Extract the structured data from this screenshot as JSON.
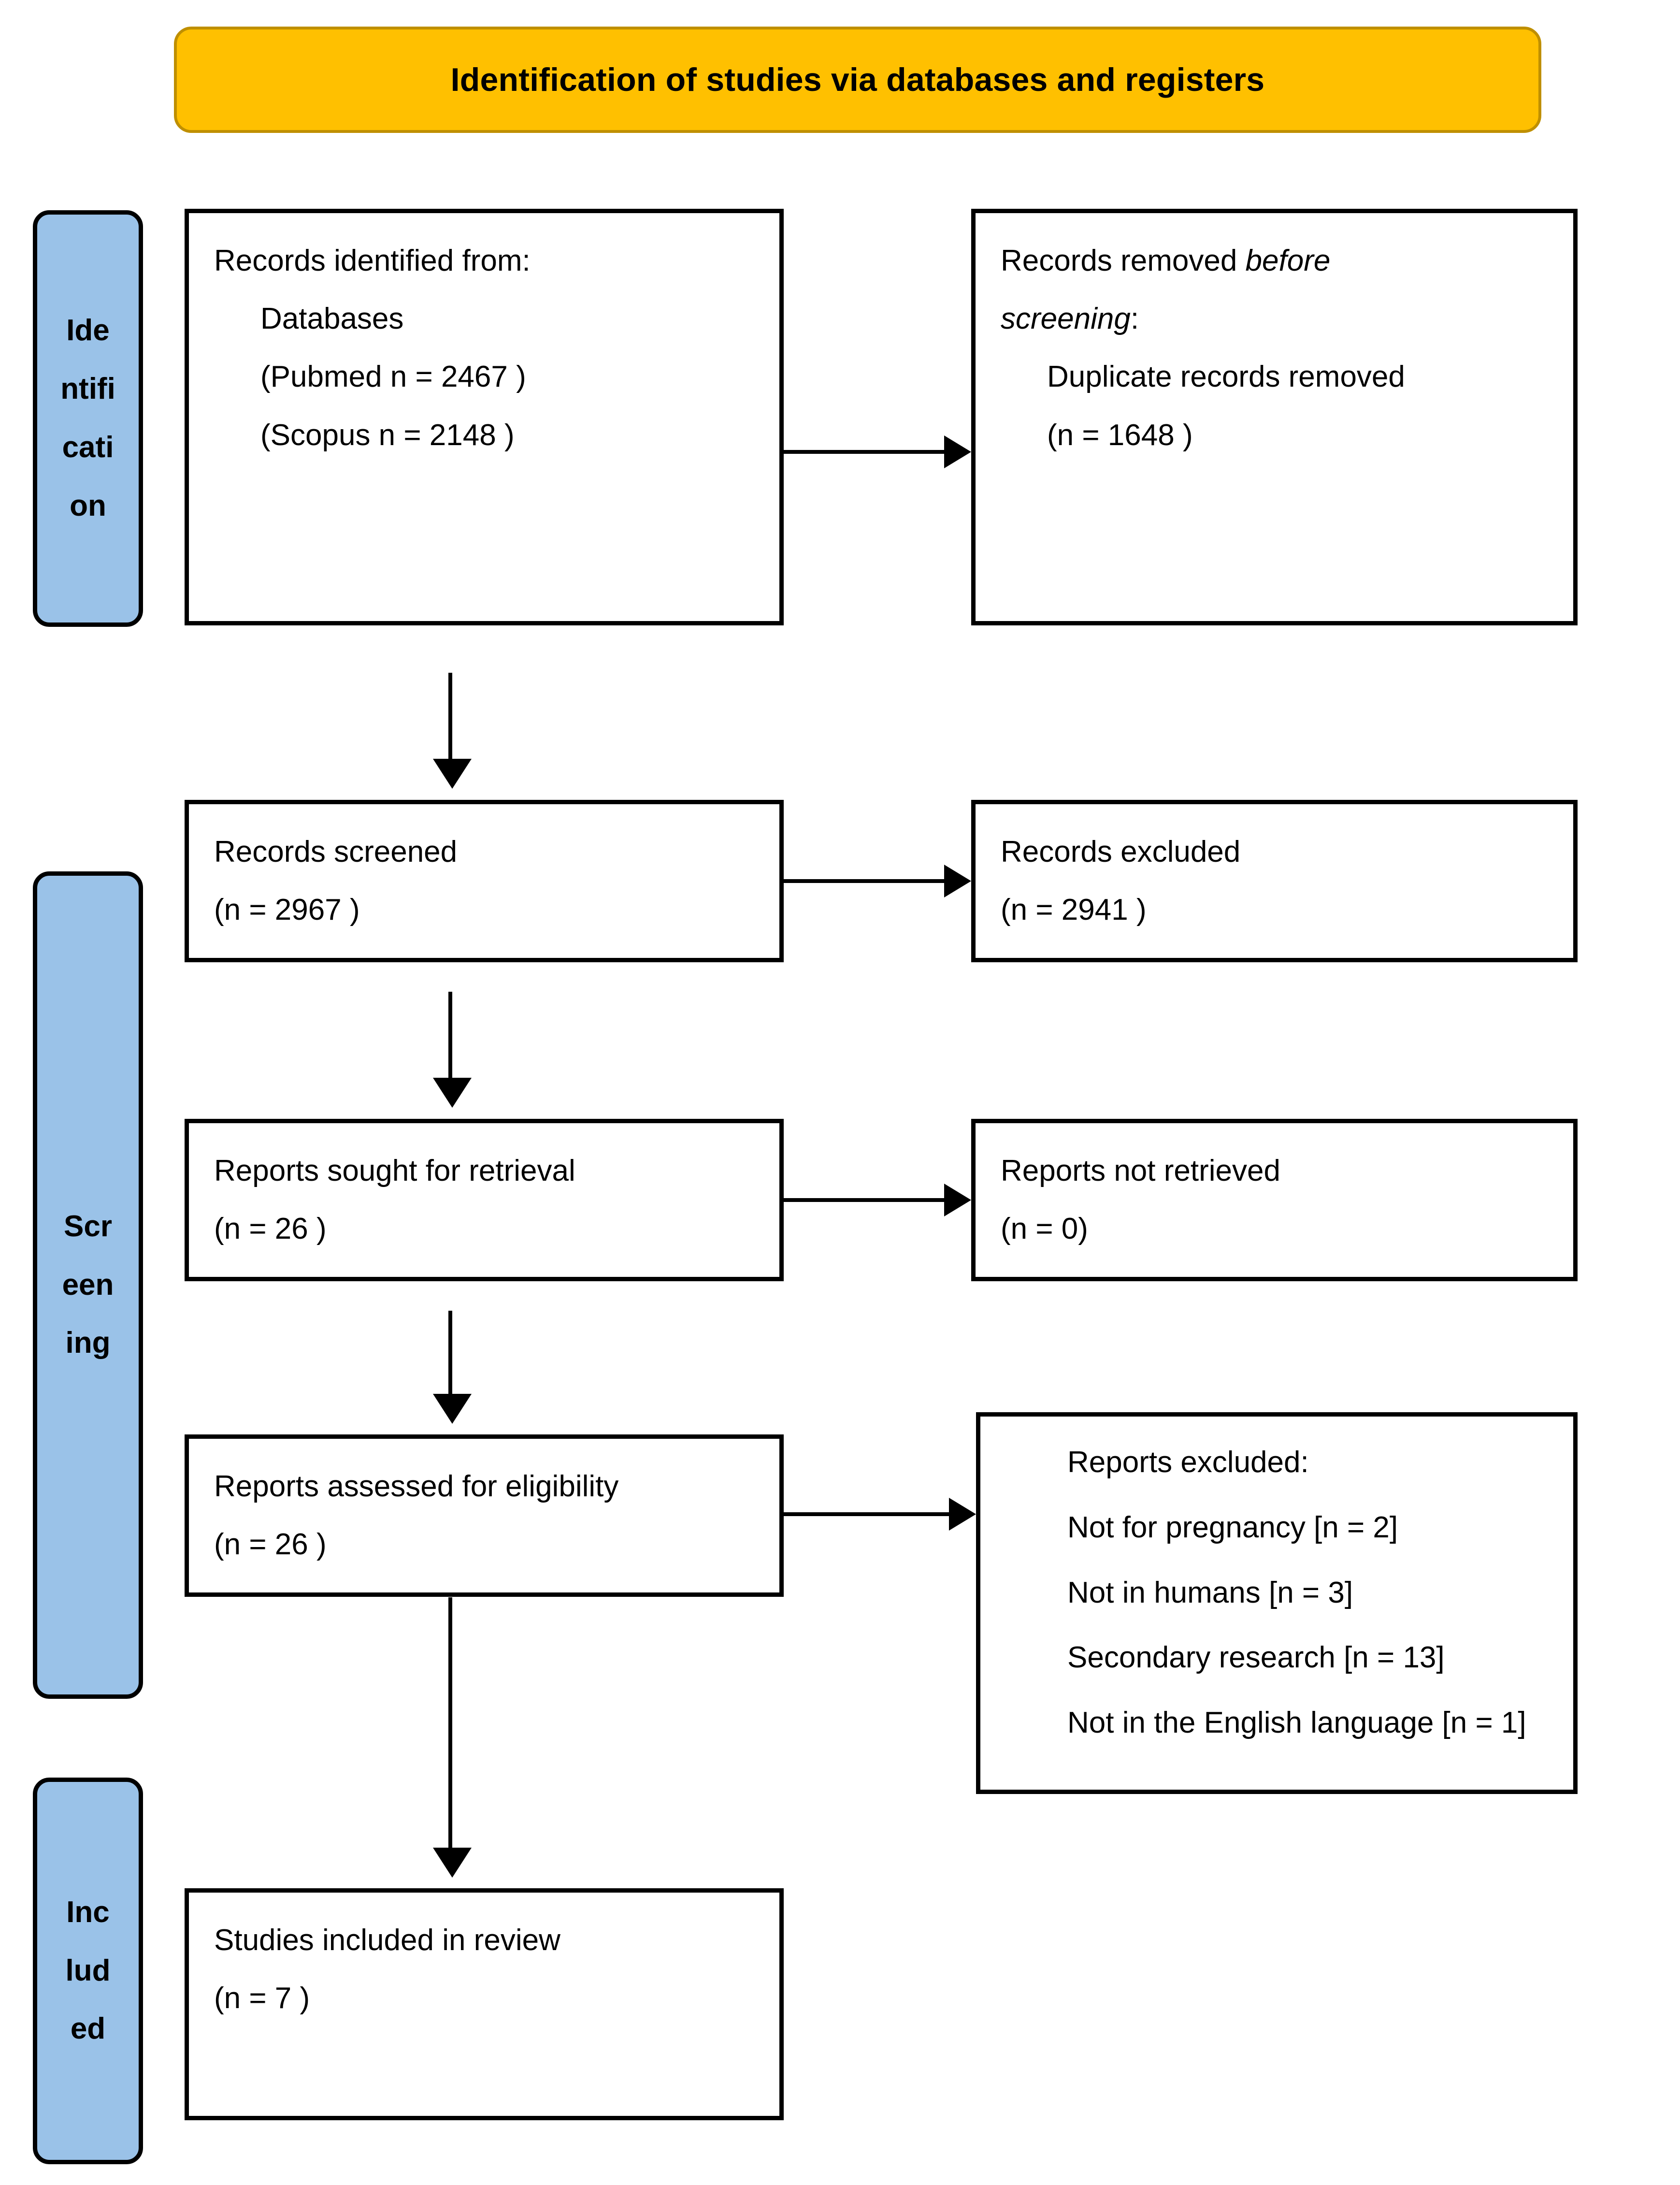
{
  "banner": {
    "title": "Identification of studies via databases and registers"
  },
  "stages": {
    "identification": {
      "lines": [
        "Ide",
        "ntifi",
        "cati",
        "on"
      ]
    },
    "screening": {
      "lines": [
        "Scr",
        "een",
        "ing"
      ]
    },
    "included": {
      "lines": [
        "Inc",
        "lud",
        "ed"
      ]
    }
  },
  "boxes": {
    "identified": {
      "line1": "Records identified from:",
      "line2": "Databases",
      "line3": "(Pubmed n = 2467 )",
      "line4": "(Scopus n = 2148 )"
    },
    "removed": {
      "line1": "Records removed",
      "line1_italic": "before",
      "line2_italic": "screening",
      "line2_rest": ":",
      "line3": "Duplicate records removed",
      "line4": "(n = 1648 )"
    },
    "screened": {
      "line1": "Records screened",
      "line2": "(n = 2967 )"
    },
    "records_excluded": {
      "line1": "Records excluded",
      "line2": "(n = 2941 )"
    },
    "sought": {
      "line1": "Reports sought for retrieval",
      "line2": "(n = 26 )"
    },
    "not_retrieved": {
      "line1": "Reports not retrieved",
      "line2": "(n = 0)"
    },
    "eligibility": {
      "line1": "Reports assessed for eligibility",
      "line2": "(n = 26 )"
    },
    "reports_excluded": {
      "heading": "Reports excluded:",
      "reasons": [
        "Not for pregnancy [n = 2]",
        "Not in humans [n = 3]",
        "Secondary research [n = 13]",
        "Not in the English language [n = 1]"
      ]
    },
    "included": {
      "line1": "Studies included in review",
      "line2": "(n = 7 )"
    }
  },
  "colors": {
    "banner_fill": "#FFC000",
    "banner_border": "#BF8F00",
    "stage_fill": "#9AC2E8",
    "stroke": "#000000"
  }
}
